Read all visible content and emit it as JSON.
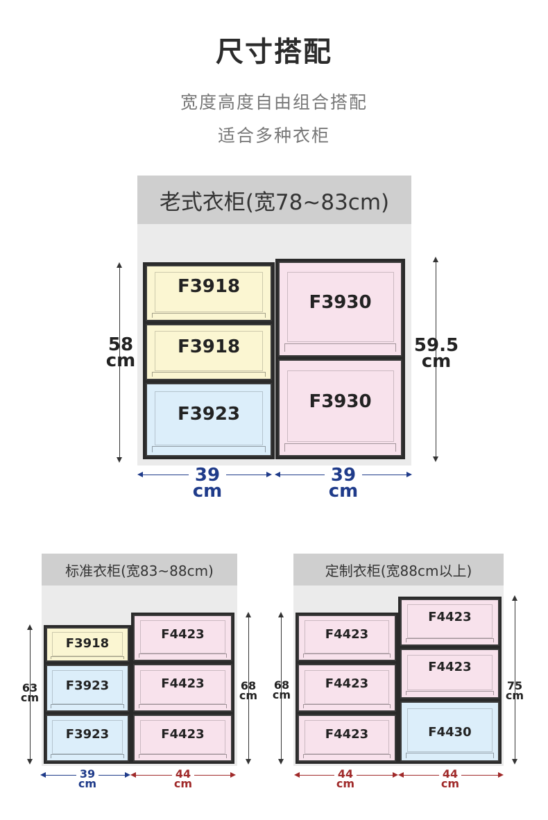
{
  "header": {
    "title": "尺寸搭配",
    "subtitle_1": "宽度高度自由组合搭配",
    "subtitle_2": "适合多种衣柜"
  },
  "cabinets": {
    "old": {
      "title": "老式衣柜(宽78~83cm)",
      "left_height": "58",
      "right_height": "59.5",
      "width_left": "39",
      "width_right": "39",
      "unit": "cm",
      "left_boxes": [
        "F3918",
        "F3918",
        "F3923"
      ],
      "right_boxes": [
        "F3930",
        "F3930"
      ]
    },
    "standard": {
      "title": "标准衣柜(宽83~88cm)",
      "left_height": "63",
      "right_height": "68",
      "width_left": "39",
      "width_right": "44",
      "unit": "cm",
      "left_boxes": [
        "F3918",
        "F3923",
        "F3923"
      ],
      "right_boxes": [
        "F4423",
        "F4423",
        "F4423"
      ]
    },
    "custom": {
      "title": "定制衣柜(宽88cm以上)",
      "left_height": "68",
      "right_height": "75",
      "width_left": "44",
      "width_right": "44",
      "unit": "cm",
      "left_boxes": [
        "F4423",
        "F4423",
        "F4423"
      ],
      "right_boxes": [
        "F4423",
        "F4423",
        "F4430"
      ]
    }
  },
  "colors": {
    "yellow": "#fbf6d2",
    "blue": "#dceefa",
    "pink": "#f8e2ec",
    "dim_blue": "#1f3b8a",
    "dim_red": "#a02a2a"
  }
}
